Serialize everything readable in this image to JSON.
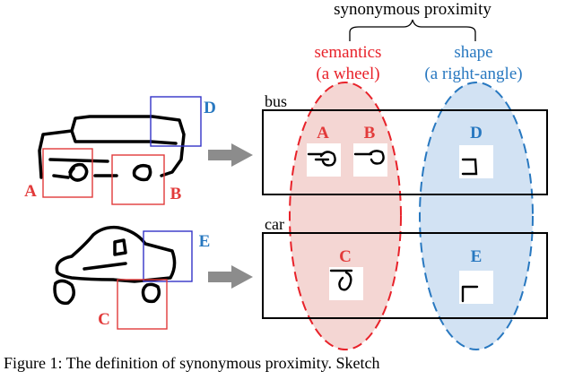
{
  "header": {
    "title": "synonymous proximity",
    "semantics_label": "semantics",
    "semantics_sub": "(a wheel)",
    "shape_label": "shape",
    "shape_sub": "(a right-angle)"
  },
  "rows": {
    "bus_label": "bus",
    "car_label": "car"
  },
  "patches": {
    "A": "A",
    "B": "B",
    "C": "C",
    "D": "D",
    "E": "E"
  },
  "caption": "Figure 1: The definition of synonymous proximity. Sketch",
  "colors": {
    "semantic_red": "#e8222a",
    "shape_blue": "#2878c0",
    "box_red": "#e23a3a",
    "box_blue": "#3434c8",
    "semantic_fill": "#f4d6d3",
    "shape_fill": "#d2e2f3",
    "arrow_gray": "#8c8c8c"
  }
}
